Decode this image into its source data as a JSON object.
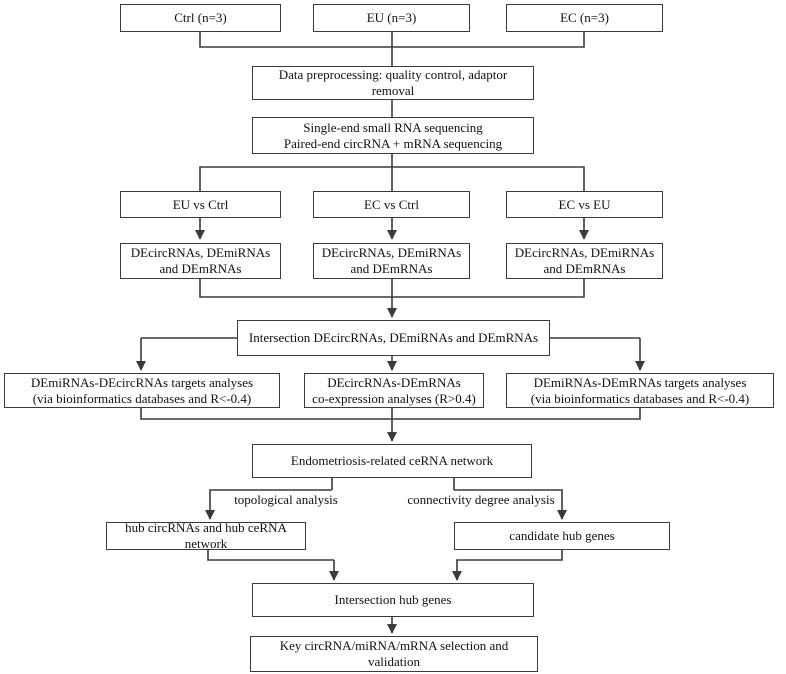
{
  "figure": {
    "type": "flowchart",
    "colors": {
      "box_background": "#ffffff",
      "line": "#3b3b3b",
      "text": "#111111"
    }
  },
  "nodes": {
    "ctrl": "Ctrl (n=3)",
    "eu": "EU (n=3)",
    "ec": "EC (n=3)",
    "preprocessing": "Data preprocessing: quality control, adaptor removal",
    "sequencing": "Single-end small RNA sequencing\nPaired-end circRNA + mRNA sequencing",
    "eu_vs_ctrl": "EU vs Ctrl",
    "ec_vs_ctrl": "EC vs Ctrl",
    "ec_vs_eu": "EC vs EU",
    "de_set_1": "DEcircRNAs, DEmiRNAs and DEmRNAs",
    "de_set_2": "DEcircRNAs, DEmiRNAs and DEmRNAs",
    "de_set_3": "DEcircRNAs, DEmiRNAs and DEmRNAs",
    "intersection_de": "Intersection DEcircRNAs, DEmiRNAs and DEmRNAs",
    "mirna_circrna_targets": "DEmiRNAs-DEcircRNAs targets analyses\n(via bioinformatics databases and R<-0.4)",
    "circrna_mrna_coexpression": "DEcircRNAs-DEmRNAs\nco-expression analyses (R>0.4)",
    "mirna_mrna_targets": "DEmiRNAs-DEmRNAs targets analyses\n(via bioinformatics databases and R<-0.4)",
    "cerna_network": "Endometriosis-related ceRNA network",
    "hub_circrna_network": "hub circRNAs and hub ceRNA network",
    "candidate_hub_genes": "candidate hub genes",
    "intersection_hub_genes": "Intersection hub genes",
    "key_selection": "Key circRNA/miRNA/mRNA selection and validation"
  },
  "edge_labels": {
    "topological": "topological analysis",
    "connectivity": "connectivity degree analysis"
  }
}
